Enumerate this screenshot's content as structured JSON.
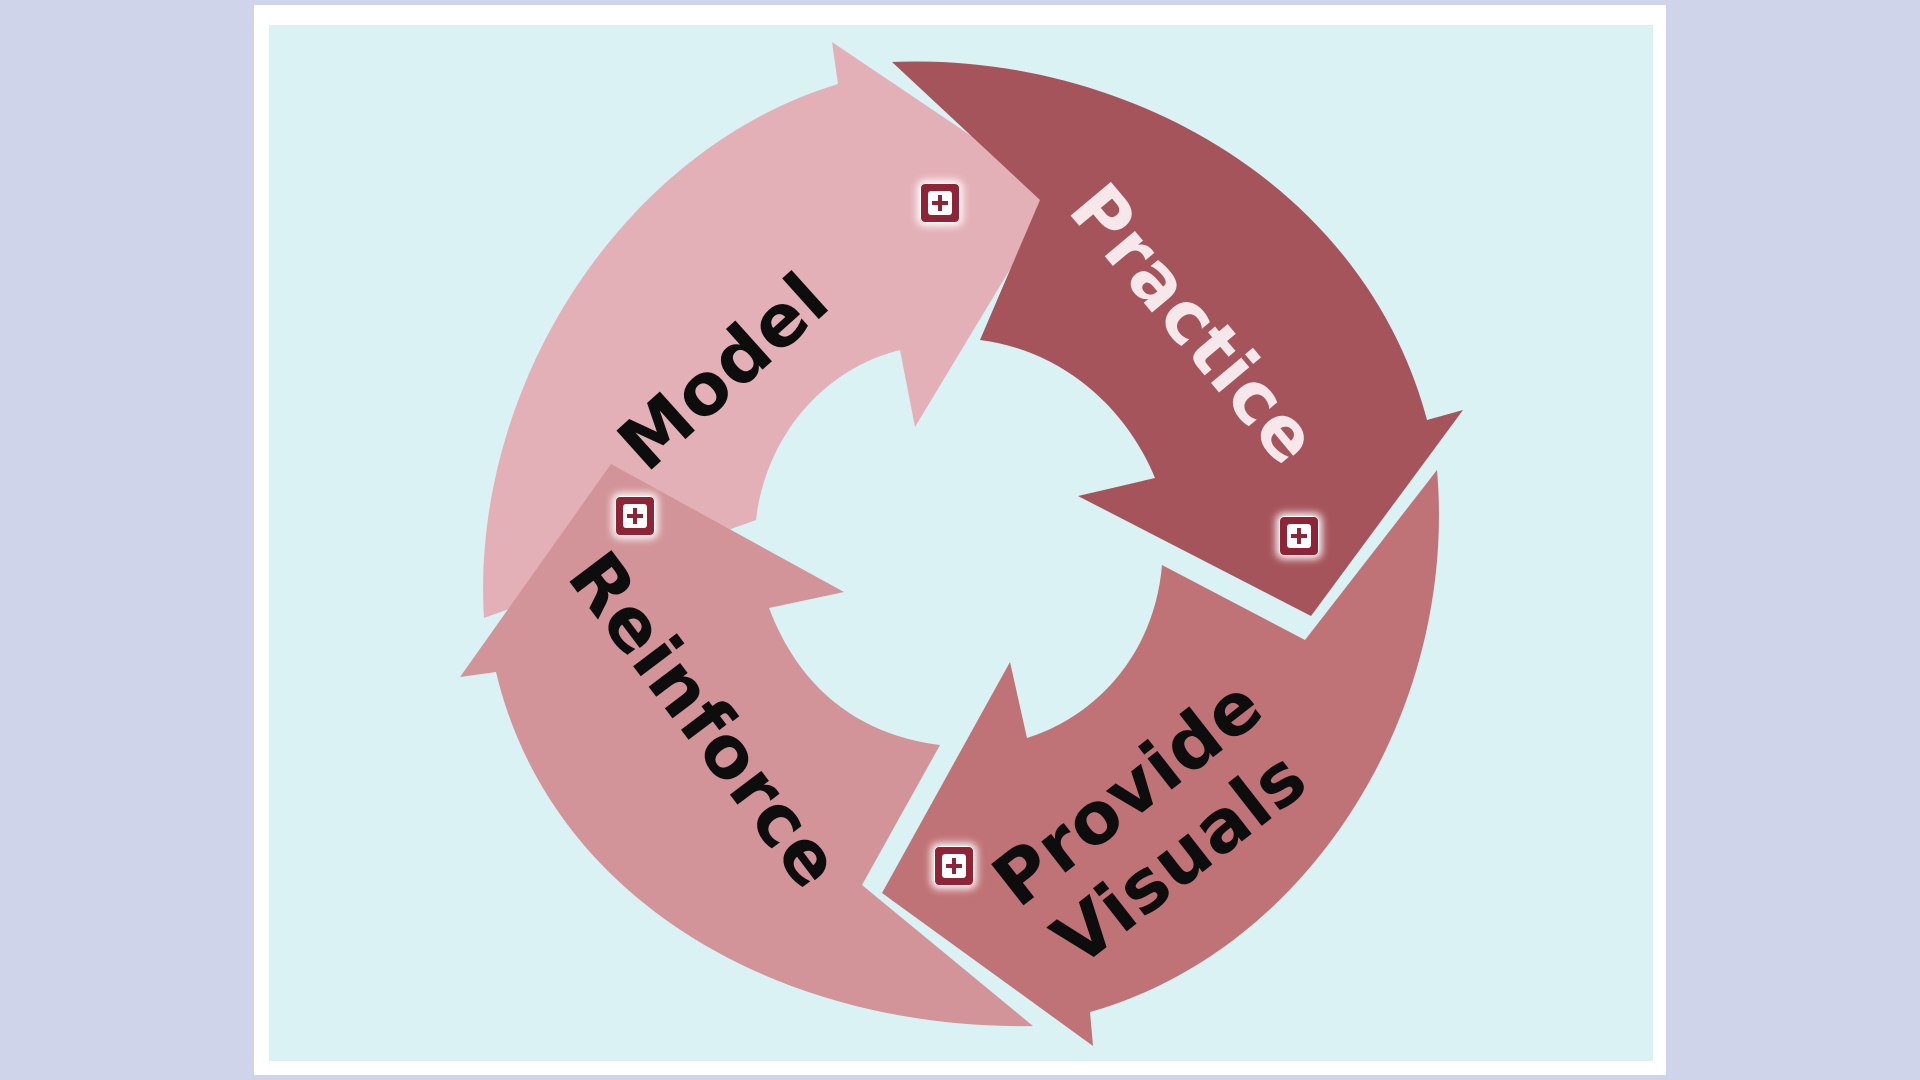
{
  "diagram": {
    "segments": [
      {
        "id": "model",
        "label": "Model",
        "color": "#e4b0b8",
        "text_color": "#0d0d0d"
      },
      {
        "id": "practice",
        "label": "Practice",
        "color": "#a6545b",
        "text_color": "#f6e8ea"
      },
      {
        "id": "provide-visuals",
        "label_line1": "Provide",
        "label_line2": "Visuals",
        "color": "#c07377",
        "text_color": "#0d0d0d"
      },
      {
        "id": "reinforce",
        "label": "Reinforce",
        "color": "#d29499",
        "text_color": "#0d0d0d"
      }
    ]
  },
  "colors": {
    "page_background": "#d0d4ea",
    "stage_background": "#daf2f3",
    "hotspot": "#8f2436"
  },
  "hotspots": [
    {
      "id": "model",
      "icon": "plus-square-icon"
    },
    {
      "id": "practice",
      "icon": "plus-square-icon"
    },
    {
      "id": "provide-visuals",
      "icon": "plus-square-icon"
    },
    {
      "id": "reinforce",
      "icon": "plus-square-icon"
    }
  ]
}
